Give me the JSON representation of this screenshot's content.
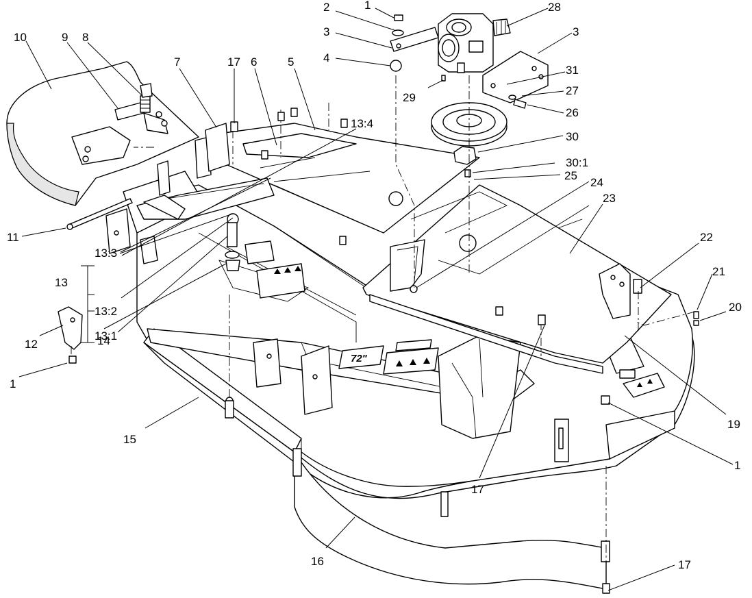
{
  "diagram": {
    "callouts": [
      {
        "id": "c1a",
        "text": "1"
      },
      {
        "id": "c2",
        "text": "2"
      },
      {
        "id": "c3a",
        "text": "3"
      },
      {
        "id": "c4",
        "text": "4"
      },
      {
        "id": "c28",
        "text": "28"
      },
      {
        "id": "c3b",
        "text": "3"
      },
      {
        "id": "c31",
        "text": "31"
      },
      {
        "id": "c27",
        "text": "27"
      },
      {
        "id": "c26",
        "text": "26"
      },
      {
        "id": "c29",
        "text": "29"
      },
      {
        "id": "c30",
        "text": "30"
      },
      {
        "id": "c30_1",
        "text": "30:1"
      },
      {
        "id": "c25",
        "text": "25"
      },
      {
        "id": "c24",
        "text": "24"
      },
      {
        "id": "c23",
        "text": "23"
      },
      {
        "id": "c22",
        "text": "22"
      },
      {
        "id": "c21",
        "text": "21"
      },
      {
        "id": "c20",
        "text": "20"
      },
      {
        "id": "c19",
        "text": "19"
      },
      {
        "id": "c1b",
        "text": "1"
      },
      {
        "id": "c17a",
        "text": "17"
      },
      {
        "id": "c17b",
        "text": "17"
      },
      {
        "id": "c17c",
        "text": "17"
      },
      {
        "id": "c16",
        "text": "16"
      },
      {
        "id": "c15",
        "text": "15"
      },
      {
        "id": "c14",
        "text": "14"
      },
      {
        "id": "c13_1",
        "text": "13:1"
      },
      {
        "id": "c13_2",
        "text": "13:2"
      },
      {
        "id": "c13_3",
        "text": "13:3"
      },
      {
        "id": "c13_4",
        "text": "13:4"
      },
      {
        "id": "c13",
        "text": "13"
      },
      {
        "id": "c12",
        "text": "12"
      },
      {
        "id": "c1c",
        "text": "1"
      },
      {
        "id": "c11",
        "text": "11"
      },
      {
        "id": "c10",
        "text": "10"
      },
      {
        "id": "c9",
        "text": "9"
      },
      {
        "id": "c8",
        "text": "8"
      },
      {
        "id": "c7",
        "text": "7"
      },
      {
        "id": "c6",
        "text": "6"
      },
      {
        "id": "c5",
        "text": "5"
      }
    ],
    "deck_decal": "72\""
  }
}
